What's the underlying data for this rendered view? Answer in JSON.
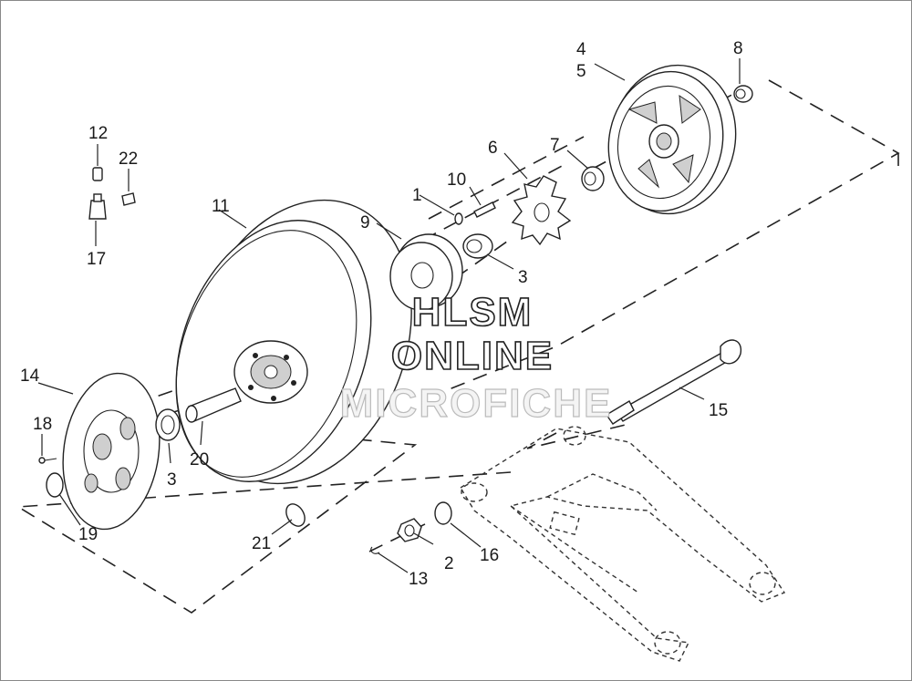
{
  "callouts": [
    {
      "id": "c1",
      "text": "1"
    },
    {
      "id": "c2",
      "text": "2"
    },
    {
      "id": "c3a",
      "text": "3"
    },
    {
      "id": "c3b",
      "text": "3"
    },
    {
      "id": "c4",
      "text": "4"
    },
    {
      "id": "c5",
      "text": "5"
    },
    {
      "id": "c6",
      "text": "6"
    },
    {
      "id": "c7",
      "text": "7"
    },
    {
      "id": "c8",
      "text": "8"
    },
    {
      "id": "c9",
      "text": "9"
    },
    {
      "id": "c10",
      "text": "10"
    },
    {
      "id": "c11",
      "text": "11"
    },
    {
      "id": "c12",
      "text": "12"
    },
    {
      "id": "c13",
      "text": "13"
    },
    {
      "id": "c14",
      "text": "14"
    },
    {
      "id": "c15",
      "text": "15"
    },
    {
      "id": "c16",
      "text": "16"
    },
    {
      "id": "c17",
      "text": "17"
    },
    {
      "id": "c18",
      "text": "18"
    },
    {
      "id": "c19",
      "text": "19"
    },
    {
      "id": "c20",
      "text": "20"
    },
    {
      "id": "c21",
      "text": "21"
    },
    {
      "id": "c22",
      "text": "22"
    }
  ],
  "watermark": {
    "line1": "HLSM",
    "line2": "ONLINE",
    "line3": "MICROFICHE"
  }
}
